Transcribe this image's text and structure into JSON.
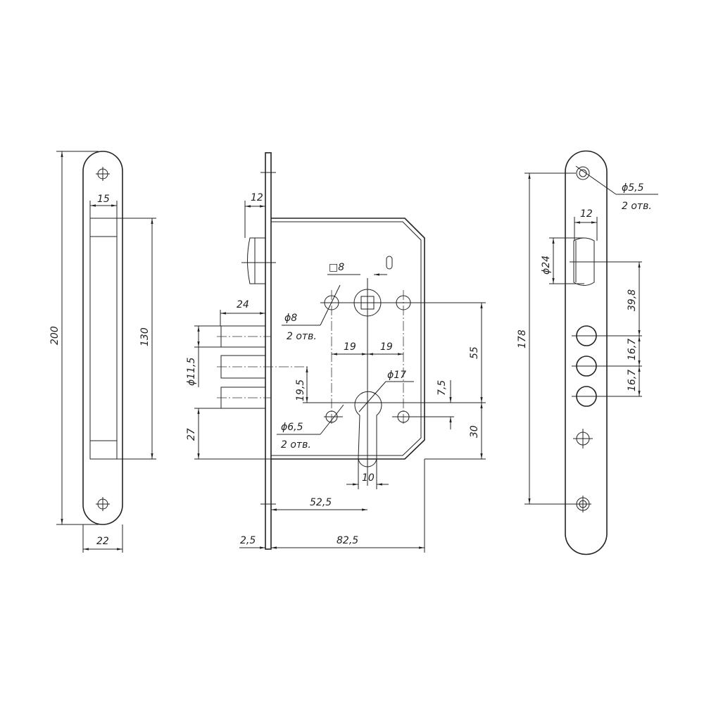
{
  "left_view": {
    "height": "200",
    "opening_width": "15",
    "opening_height": "130",
    "width": "22"
  },
  "front_view": {
    "latch_depth": "12",
    "bolt_throw": "24",
    "bolt_diameter": "ϕ11,5",
    "bottom_offset": "27",
    "spindle_square": "□8",
    "hole_d8": "ϕ8",
    "hole_d8_count": "2 отв.",
    "spacing_left": "19",
    "spacing_right": "19",
    "offset_19_5": "19,5",
    "cylinder_d": "ϕ17",
    "hole_d6_5": "ϕ6,5",
    "hole_d6_5_count": "2 отв.",
    "offset_7_5": "7,5",
    "center_distance": "55",
    "bottom_distance": "30",
    "cylinder_slot": "10",
    "backset": "52,5",
    "faceplate_thickness": "2,5",
    "body_depth": "82,5"
  },
  "right_view": {
    "screw_hole": "ϕ5,5",
    "screw_hole_count": "2 отв.",
    "latch_width": "12",
    "latch_diameter": "ϕ24",
    "hole_spacing_1": "39,8",
    "hole_spacing_2": "16,7",
    "hole_spacing_3": "16,7",
    "screw_distance": "178"
  }
}
